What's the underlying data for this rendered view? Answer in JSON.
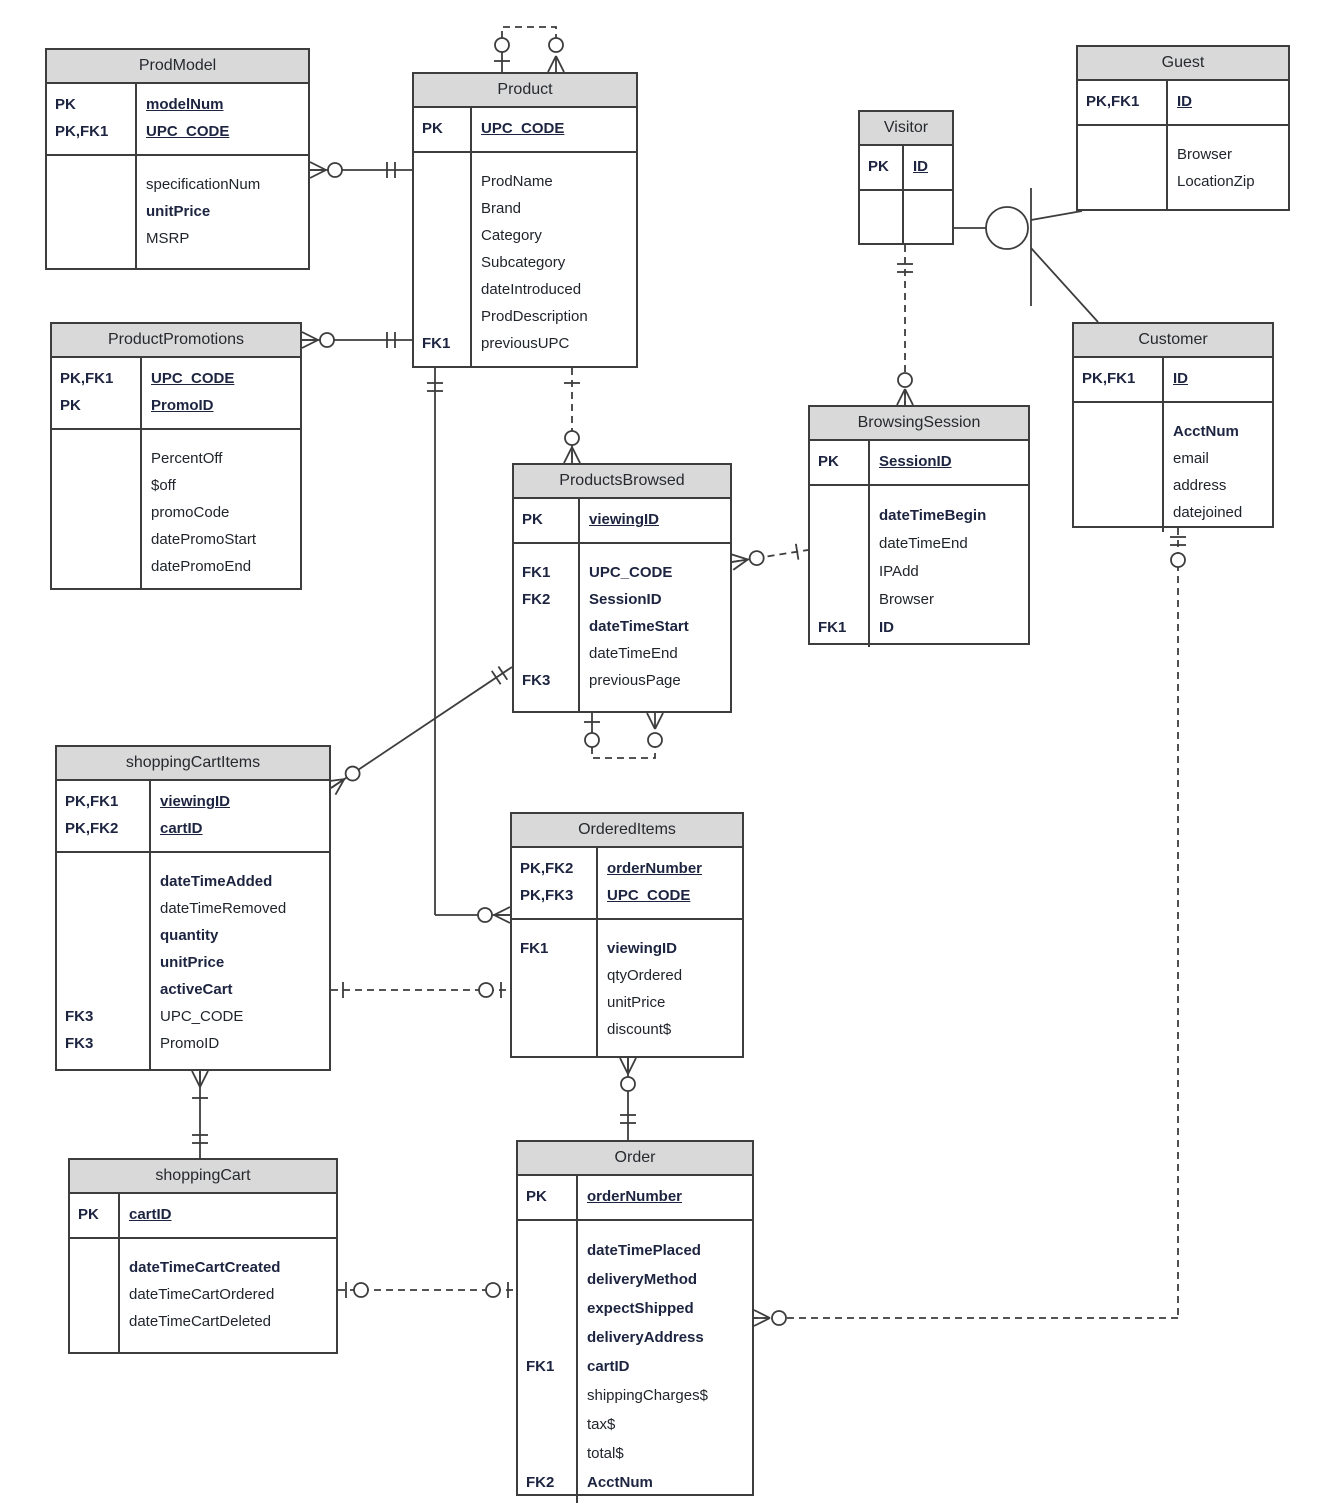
{
  "colors": {
    "header_fill": "#d9d9d9",
    "line": "#3d3d3d",
    "text": "#20242b",
    "background": "#ffffff"
  },
  "entities": [
    {
      "name": "ProdModel",
      "keys": [
        {
          "tag": "PK",
          "field": "modelNum"
        },
        {
          "tag": "PK,FK1",
          "field": "UPC_CODE"
        }
      ],
      "attrs": [
        {
          "tag": "",
          "field": "specificationNum",
          "bold": false
        },
        {
          "tag": "",
          "field": "unitPrice",
          "bold": true
        },
        {
          "tag": "",
          "field": "MSRP",
          "bold": false
        }
      ]
    },
    {
      "name": "Product",
      "keys": [
        {
          "tag": "PK",
          "field": "UPC_CODE"
        }
      ],
      "attrs": [
        {
          "tag": "",
          "field": "ProdName",
          "bold": false
        },
        {
          "tag": "",
          "field": "Brand",
          "bold": false
        },
        {
          "tag": "",
          "field": "Category",
          "bold": false
        },
        {
          "tag": "",
          "field": "Subcategory",
          "bold": false
        },
        {
          "tag": "",
          "field": "dateIntroduced",
          "bold": false
        },
        {
          "tag": "",
          "field": "ProdDescription",
          "bold": false
        },
        {
          "tag": "FK1",
          "field": "previousUPC",
          "bold": false
        }
      ]
    },
    {
      "name": "Visitor",
      "keys": [
        {
          "tag": "PK",
          "field": "ID"
        }
      ],
      "attrs": []
    },
    {
      "name": "Guest",
      "keys": [
        {
          "tag": "PK,FK1",
          "field": "ID"
        }
      ],
      "attrs": [
        {
          "tag": "",
          "field": "Browser",
          "bold": false
        },
        {
          "tag": "",
          "field": "LocationZip",
          "bold": false
        }
      ]
    },
    {
      "name": "Customer",
      "keys": [
        {
          "tag": "PK,FK1",
          "field": "ID"
        }
      ],
      "attrs": [
        {
          "tag": "",
          "field": "AcctNum",
          "bold": true
        },
        {
          "tag": "",
          "field": "email",
          "bold": false
        },
        {
          "tag": "",
          "field": "address",
          "bold": false
        },
        {
          "tag": "",
          "field": "datejoined",
          "bold": false
        }
      ]
    },
    {
      "name": "ProductPromotions",
      "keys": [
        {
          "tag": "PK,FK1",
          "field": "UPC_CODE"
        },
        {
          "tag": "PK",
          "field": "PromoID"
        }
      ],
      "attrs": [
        {
          "tag": "",
          "field": "PercentOff",
          "bold": false
        },
        {
          "tag": "",
          "field": "$off",
          "bold": false
        },
        {
          "tag": "",
          "field": "promoCode",
          "bold": false
        },
        {
          "tag": "",
          "field": "datePromoStart",
          "bold": false
        },
        {
          "tag": "",
          "field": "datePromoEnd",
          "bold": false
        }
      ]
    },
    {
      "name": "BrowsingSession",
      "keys": [
        {
          "tag": "PK",
          "field": "SessionID"
        }
      ],
      "attrs": [
        {
          "tag": "",
          "field": "dateTimeBegin",
          "bold": true
        },
        {
          "tag": "",
          "field": "dateTimeEnd",
          "bold": false
        },
        {
          "tag": "",
          "field": "IPAdd",
          "bold": false
        },
        {
          "tag": "",
          "field": "Browser",
          "bold": false
        },
        {
          "tag": "FK1",
          "field": "ID",
          "bold": true
        }
      ]
    },
    {
      "name": "ProductsBrowsed",
      "keys": [
        {
          "tag": "PK",
          "field": "viewingID"
        }
      ],
      "attrs": [
        {
          "tag": "FK1",
          "field": "UPC_CODE",
          "bold": true
        },
        {
          "tag": "FK2",
          "field": "SessionID",
          "bold": true
        },
        {
          "tag": "",
          "field": "dateTimeStart",
          "bold": true
        },
        {
          "tag": "",
          "field": "dateTimeEnd",
          "bold": false
        },
        {
          "tag": "FK3",
          "field": "previousPage",
          "bold": false
        }
      ]
    },
    {
      "name": "shoppingCartItems",
      "keys": [
        {
          "tag": "PK,FK1",
          "field": "viewingID"
        },
        {
          "tag": "PK,FK2",
          "field": "cartID"
        }
      ],
      "attrs": [
        {
          "tag": "",
          "field": "dateTimeAdded",
          "bold": true
        },
        {
          "tag": "",
          "field": "dateTimeRemoved",
          "bold": false
        },
        {
          "tag": "",
          "field": "quantity",
          "bold": true
        },
        {
          "tag": "",
          "field": "unitPrice",
          "bold": true
        },
        {
          "tag": "",
          "field": "activeCart",
          "bold": true
        },
        {
          "tag": "FK3",
          "field": "UPC_CODE",
          "bold": false
        },
        {
          "tag": "FK3",
          "field": "PromoID",
          "bold": false
        }
      ]
    },
    {
      "name": "OrderedItems",
      "keys": [
        {
          "tag": "PK,FK2",
          "field": "orderNumber"
        },
        {
          "tag": "PK,FK3",
          "field": "UPC_CODE"
        }
      ],
      "attrs": [
        {
          "tag": "FK1",
          "field": "viewingID",
          "bold": true
        },
        {
          "tag": "",
          "field": "qtyOrdered",
          "bold": false
        },
        {
          "tag": "",
          "field": "unitPrice",
          "bold": false
        },
        {
          "tag": "",
          "field": "discount$",
          "bold": false
        }
      ]
    },
    {
      "name": "shoppingCart",
      "keys": [
        {
          "tag": "PK",
          "field": "cartID"
        }
      ],
      "attrs": [
        {
          "tag": "",
          "field": "dateTimeCartCreated",
          "bold": true
        },
        {
          "tag": "",
          "field": "dateTimeCartOrdered",
          "bold": false
        },
        {
          "tag": "",
          "field": "dateTimeCartDeleted",
          "bold": false
        }
      ]
    },
    {
      "name": "Order",
      "keys": [
        {
          "tag": "PK",
          "field": "orderNumber"
        }
      ],
      "attrs": [
        {
          "tag": "",
          "field": "dateTimePlaced",
          "bold": true
        },
        {
          "tag": "",
          "field": "deliveryMethod",
          "bold": true
        },
        {
          "tag": "",
          "field": "expectShipped",
          "bold": true
        },
        {
          "tag": "",
          "field": "deliveryAddress",
          "bold": true
        },
        {
          "tag": "FK1",
          "field": "cartID",
          "bold": true
        },
        {
          "tag": "",
          "field": "shippingCharges$",
          "bold": false
        },
        {
          "tag": "",
          "field": "tax$",
          "bold": false
        },
        {
          "tag": "",
          "field": "total$",
          "bold": false
        },
        {
          "tag": "FK2",
          "field": "AcctNum",
          "bold": true
        }
      ]
    }
  ],
  "relationships": [
    {
      "id": "prodmodel-product",
      "from": "ProdModel",
      "to": "Product",
      "line": "solid",
      "from_card": "zero-or-many",
      "to_card": "one-and-only-one"
    },
    {
      "id": "productpromotions-product",
      "from": "ProductPromotions",
      "to": "Product",
      "line": "solid",
      "from_card": "zero-or-many",
      "to_card": "one-and-only-one"
    },
    {
      "id": "product-self",
      "from": "Product",
      "to": "Product",
      "line": "dashed",
      "from_card": "zero-or-one",
      "to_card": "zero-or-many"
    },
    {
      "id": "product-ordereditems",
      "from": "Product",
      "to": "OrderedItems",
      "line": "solid",
      "from_card": "one-and-only-one",
      "to_card": "zero-or-many"
    },
    {
      "id": "product-productsbrowsed",
      "from": "Product",
      "to": "ProductsBrowsed",
      "line": "dashed",
      "from_card": "one",
      "to_card": "zero-or-many"
    },
    {
      "id": "productsbrowsed-browsingsession",
      "from": "ProductsBrowsed",
      "to": "BrowsingSession",
      "line": "dashed",
      "from_card": "zero-or-many",
      "to_card": "one"
    },
    {
      "id": "visitor-browsingsession",
      "from": "Visitor",
      "to": "BrowsingSession",
      "line": "dashed",
      "from_card": "one-and-only-one",
      "to_card": "zero-or-many"
    },
    {
      "id": "visitor-subtype",
      "from": "Visitor",
      "to": "Guest / Customer",
      "line": "solid",
      "from_card": "supertype",
      "to_card": "subtypes"
    },
    {
      "id": "customer-order",
      "from": "Customer",
      "to": "Order",
      "line": "dashed",
      "from_card": "zero-or-one",
      "to_card": "zero-or-many"
    },
    {
      "id": "shoppingcartitems-ordereditems",
      "from": "shoppingCartItems",
      "to": "OrderedItems",
      "line": "dashed",
      "from_card": "one",
      "to_card": "zero-or-one"
    },
    {
      "id": "shoppingcartitems-shoppingcart",
      "from": "shoppingCartItems",
      "to": "shoppingCart",
      "line": "solid",
      "from_card": "one-or-many",
      "to_card": "one-and-only-one"
    },
    {
      "id": "shoppingcart-order",
      "from": "shoppingCart",
      "to": "Order",
      "line": "dashed",
      "from_card": "zero-or-one",
      "to_card": "zero-or-one"
    },
    {
      "id": "ordereditems-order",
      "from": "OrderedItems",
      "to": "Order",
      "line": "solid",
      "from_card": "zero-or-many",
      "to_card": "one-and-only-one"
    },
    {
      "id": "shoppingcartitems-productsbrowsed",
      "from": "shoppingCartItems",
      "to": "ProductsBrowsed",
      "line": "solid",
      "from_card": "zero-or-many",
      "to_card": "one-and-only-one"
    },
    {
      "id": "productsbrowsed-self",
      "from": "ProductsBrowsed",
      "to": "ProductsBrowsed",
      "line": "dashed",
      "from_card": "zero-or-one",
      "to_card": "zero-or-many"
    }
  ]
}
